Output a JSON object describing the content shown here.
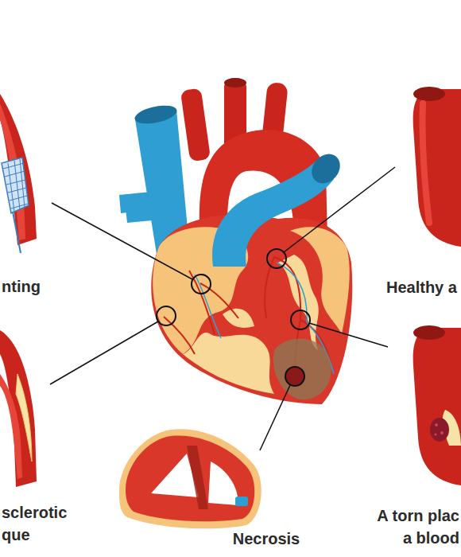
{
  "diagram": {
    "labels": [
      "nting",
      "Healthy a",
      "sclerotic que",
      "Necrosis",
      "A torn plac a blood"
    ]
  }
}
